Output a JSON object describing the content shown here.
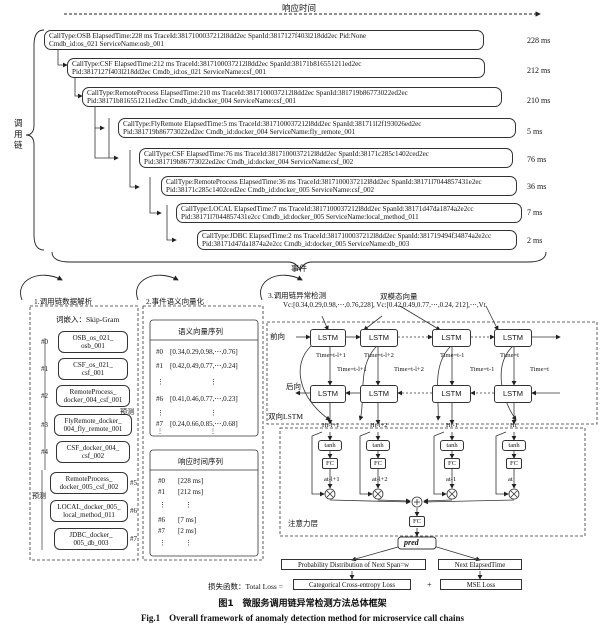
{
  "top_axis_label": "响应时间",
  "side_label_chars": [
    "调",
    "用",
    "链"
  ],
  "bottom_brace_label": "事件",
  "calls": [
    {
      "line1": "CallType:OSB ElapsedTime:228 ms TraceId:3817100037212l8dd2ec SpanId:3817127f403l218dd2ec Pid:None",
      "line2": "Cmdb_id:os_021 ServiceName:osb_001",
      "ms": "228 ms"
    },
    {
      "line1": "CallType:CSF ElapsedTime:212 ms TraceId:3817100037212l8dd2ec SpanId:38171b816551211ed2ec",
      "line2": "Pid:3817127f403l218dd2ec Cmdb_id:os_021 ServiceName:csf_001",
      "ms": "212 ms"
    },
    {
      "line1": "CallType:RemoteProcess ElapsedTime:210 ms TraceId:3817100037212l8dd2ec SpanId:381719b86773022ed2ec",
      "line2": "Pid:38171b816551211ed2ec Cmdb_id:docker_004 ServiceName:csf_001",
      "ms": "210 ms"
    },
    {
      "line1": "CallType:FlyRemote ElapsedTime:5 ms TraceId:3817100037212l8dd2ec SpanId:381711l2f193026ed2ec",
      "line2": "Pid:381719b86773022ed2ec Cmdb_id:docker_004 ServiceName:fly_remote_001",
      "ms": "5 ms"
    },
    {
      "line1": "CallType:CSF ElapsedTime:76 ms TraceId:3817100037212l8dd2ec SpanId:38171c285c1402ced2ec",
      "line2": "Pid:381719b86773022ed2ec Cmdb_id:docker_004 ServiceName:csf_002",
      "ms": "76 ms"
    },
    {
      "line1": "CallType:RemoteProcess ElapsedTime:36 ms TraceId:3817100037212l8dd2ec SpanId:38171l7044857431e2ec",
      "line2": "Pid:38171c285c1402ced2ec Cmdb_id:docker_005 ServiceName:csf_002",
      "ms": "36 ms"
    },
    {
      "line1": "CallType:LOCAL ElapsedTime:7 ms TraceId:3817100037212l8dd2ec SpanId:38171d47da1874a2e2cc",
      "line2": "Pid:38171l7044857431e2cc Cmdb_id:docker_005 ServiceName:local_method_011",
      "ms": "7 ms"
    },
    {
      "line1": "CallType:JDBC ElapsedTime:2 ms TraceId:3817100037212l8dd2ec SpanId:381719494f34874a2e2cc",
      "line2": "Pid:38171d47da1874a2e2cc Cmdb_id:docker_005 ServiceName:db_003",
      "ms": "2 ms"
    }
  ],
  "section1": {
    "title": "1.调用链数据解析",
    "embed_label": "词嵌入：Skip-Gram",
    "items": [
      {
        "idx": "#0",
        "l1": "OSB_os_021_",
        "l2": "osb_001"
      },
      {
        "idx": "#1",
        "l1": "CSF_os_021_",
        "l2": "csf_001"
      },
      {
        "idx": "#2",
        "l1": "RemoteProcess_",
        "l2": "docker_004_csf_001"
      },
      {
        "idx": "#3",
        "l1": "FlyRemote_docker_",
        "l2": "004_fly_remote_001"
      },
      {
        "idx": "#4",
        "l1": "CSF_docker_004_",
        "l2": "csf_002"
      },
      {
        "idx": "#5",
        "l1": "RemoteProcess_",
        "l2": "docker_005_csf_002"
      },
      {
        "idx": "#6",
        "l1": "LOCAL_docker_005_",
        "l2": "local_method_011"
      },
      {
        "idx": "#7",
        "l1": "JDBC_docker_",
        "l2": "005_db_003"
      }
    ],
    "side_tag": "预测"
  },
  "section2": {
    "title": "2.事件语义向量化",
    "vec_title": "语义向量序列",
    "vec_rows": [
      {
        "idx": "#0",
        "val": "[0.34,0.29,0.98,⋯,0.76]"
      },
      {
        "idx": "#1",
        "val": "[0.42,0.49,0.77,⋯,0.24]"
      },
      {
        "idx": "⋮",
        "val": "⋮"
      },
      {
        "idx": "#6",
        "val": "[0.41,0.46,0.77,⋯,0.23]"
      },
      {
        "idx": "⋮",
        "val": "⋮"
      },
      {
        "idx": "#7",
        "val": "[0.24,0.66,0.85,⋯,0.68]"
      },
      {
        "idx": "⋮",
        "val": "⋮"
      }
    ],
    "resp_title": "响应时间序列",
    "resp_rows": [
      {
        "idx": "#0",
        "val": "[228 ms]"
      },
      {
        "idx": "#1",
        "val": "[212 ms]"
      },
      {
        "idx": "⋮",
        "val": "⋮"
      },
      {
        "idx": "#6",
        "val": "[7 ms]"
      },
      {
        "idx": "#7",
        "val": "[2 ms]"
      },
      {
        "idx": "⋮",
        "val": "⋮"
      }
    ]
  },
  "section3": {
    "title": "3.调用链异常检测",
    "multimodal_label": "双模态向量",
    "vec_seq": "Vc:[0.34,0.29,0.98,⋯,0.76,228], Vc:[0.42,0.49,0.77,⋯,0.24, 212],⋯,Vt",
    "forward_label": "前向",
    "backward_label": "后向",
    "bilstm_label": "双向LSTM",
    "lstm_label": "LSTM",
    "times_top": [
      "Time=t-l+1",
      "Time=t-l+2",
      "Time=t-1",
      "Time=t"
    ],
    "times_mid": [
      "Time=t-l+1",
      "Time=t-l+2",
      "Time=t-1",
      "Time=t"
    ],
    "h_labels": [
      "Ht-l+1",
      "Ht-l+2",
      "Ht-1",
      "Ht"
    ],
    "a_labels": [
      "at-l+1",
      "at-l+2",
      "at-1",
      "at"
    ],
    "tanh_label": "tanh",
    "fc_label": "FC",
    "attention_label": "注意力层",
    "pred_label": "pred",
    "out_left": "Probability Distribution of Next Span=w",
    "out_right": "Next ElapsedTime",
    "loss_prefix": "损失函数：Total Loss =",
    "loss_left": "Categorical Cross-entropy Loss",
    "loss_plus": "+",
    "loss_right": "MSE Loss"
  },
  "caption_cn": "图1　微服务调用链异常检测方法总体框架",
  "caption_en": "Fig.1　Overall framework of anomaly detection method for microservice call chains"
}
